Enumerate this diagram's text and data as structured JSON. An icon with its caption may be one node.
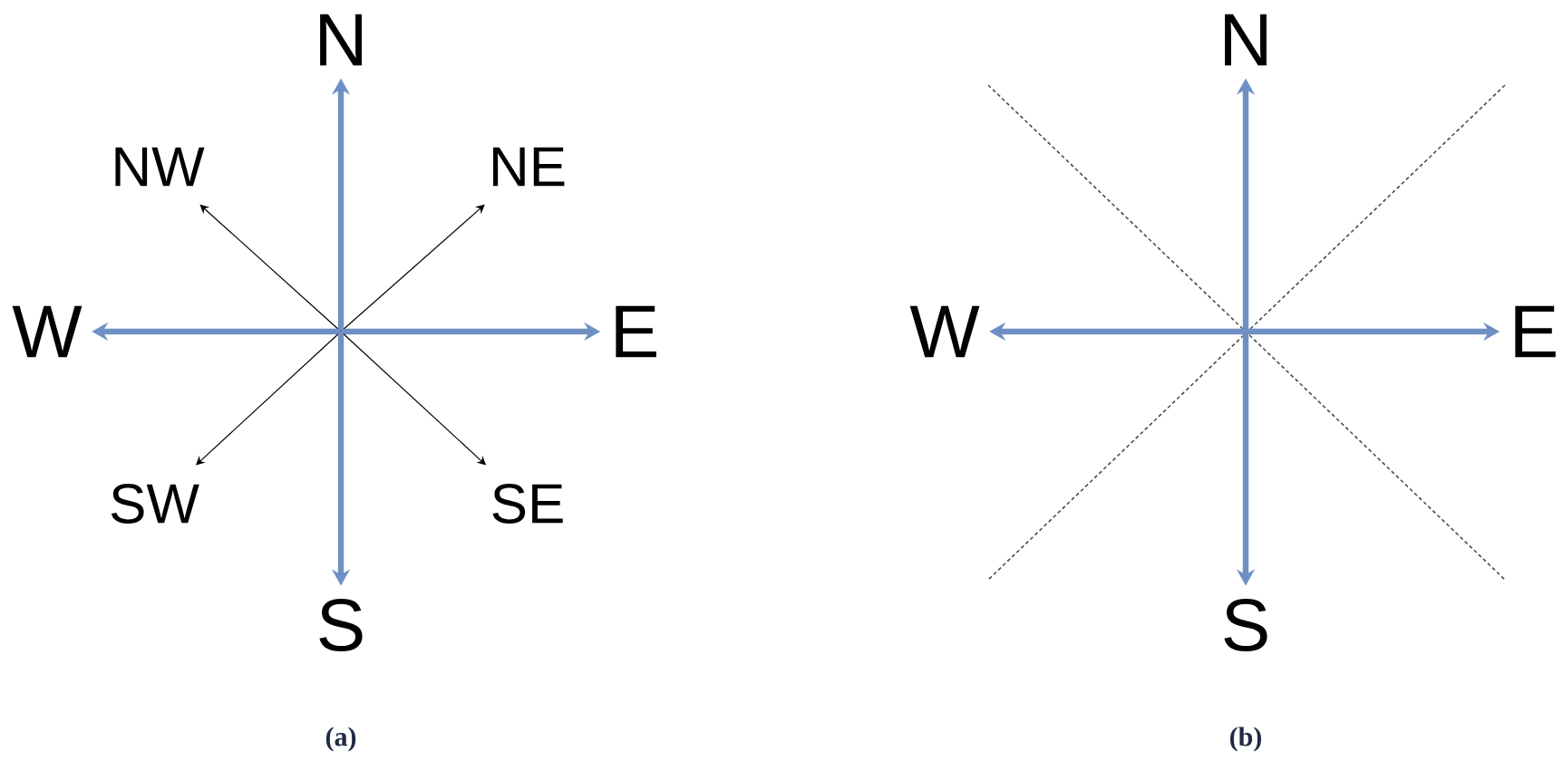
{
  "diagram": {
    "nodes": [
      {
        "text": [
          "N"
        ]
      },
      {
        "text": [
          "NW"
        ]
      },
      {
        "text": [
          "NE"
        ]
      },
      {
        "text": [
          "W"
        ]
      },
      {
        "text": [
          "E"
        ]
      },
      {
        "text": [
          "SW"
        ]
      },
      {
        "text": [
          "SE"
        ]
      },
      {
        "text": [
          "S"
        ]
      },
      {
        "text": [
          "N"
        ]
      },
      {
        "text": [
          "W"
        ]
      },
      {
        "text": [
          "E"
        ]
      },
      {
        "text": [
          "S"
        ]
      }
    ],
    "edges": [
      {
        "from": null,
        "to": 0,
        "arrow": "to"
      },
      {
        "from": null,
        "to": 1,
        "arrow": "to",
        "color": "#000000"
      },
      {
        "from": null,
        "to": 2,
        "arrow": "to",
        "color": "#000000"
      },
      {
        "from": null,
        "to": 3,
        "arrow": "to"
      },
      {
        "from": null,
        "to": 4,
        "arrow": "to"
      },
      {
        "from": null,
        "to": 5,
        "arrow": "to",
        "color": "#000000"
      },
      {
        "from": null,
        "to": 6,
        "arrow": "to",
        "color": "#000000"
      },
      {
        "from": null,
        "to": 7,
        "arrow": "to"
      },
      {
        "from": null,
        "to": 8,
        "arrow": "to"
      },
      {
        "from": null,
        "to": 9,
        "arrow": "to"
      },
      {
        "from": null,
        "to": 10,
        "arrow": "to"
      },
      {
        "from": null,
        "to": 11,
        "arrow": "to"
      }
    ],
    "labels": [
      "(a)",
      "(b)"
    ]
  }
}
